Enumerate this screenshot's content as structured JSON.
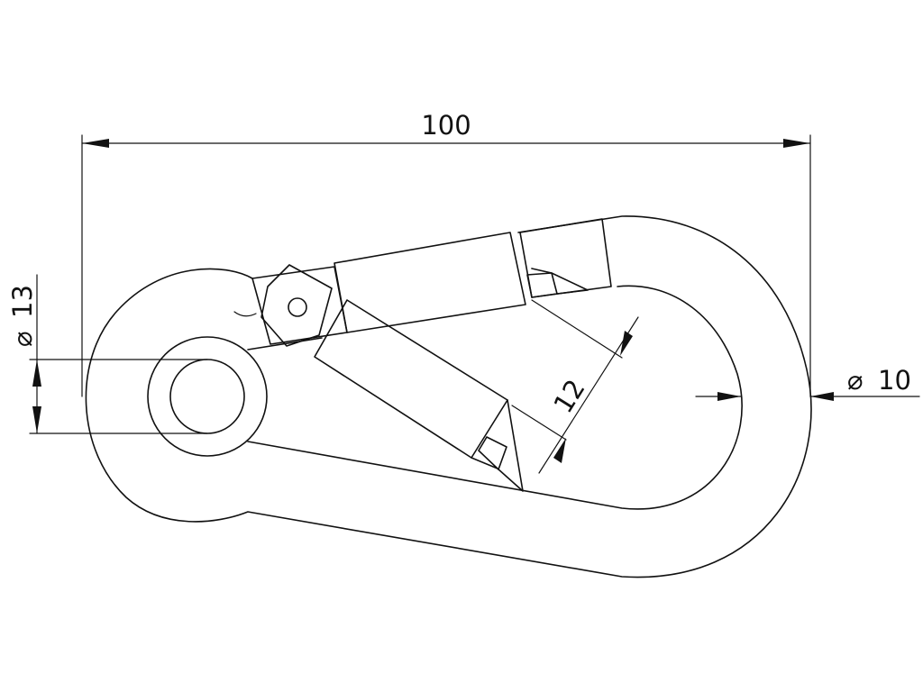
{
  "dimensions": {
    "overall_length": {
      "label": "100"
    },
    "eye_diameter": {
      "symbol": "⌀",
      "label": "13"
    },
    "wire_diameter": {
      "symbol": "⌀",
      "label": "10"
    },
    "gate_opening": {
      "label": "12"
    }
  },
  "colors": {
    "line": "#111111",
    "background": "#ffffff"
  }
}
